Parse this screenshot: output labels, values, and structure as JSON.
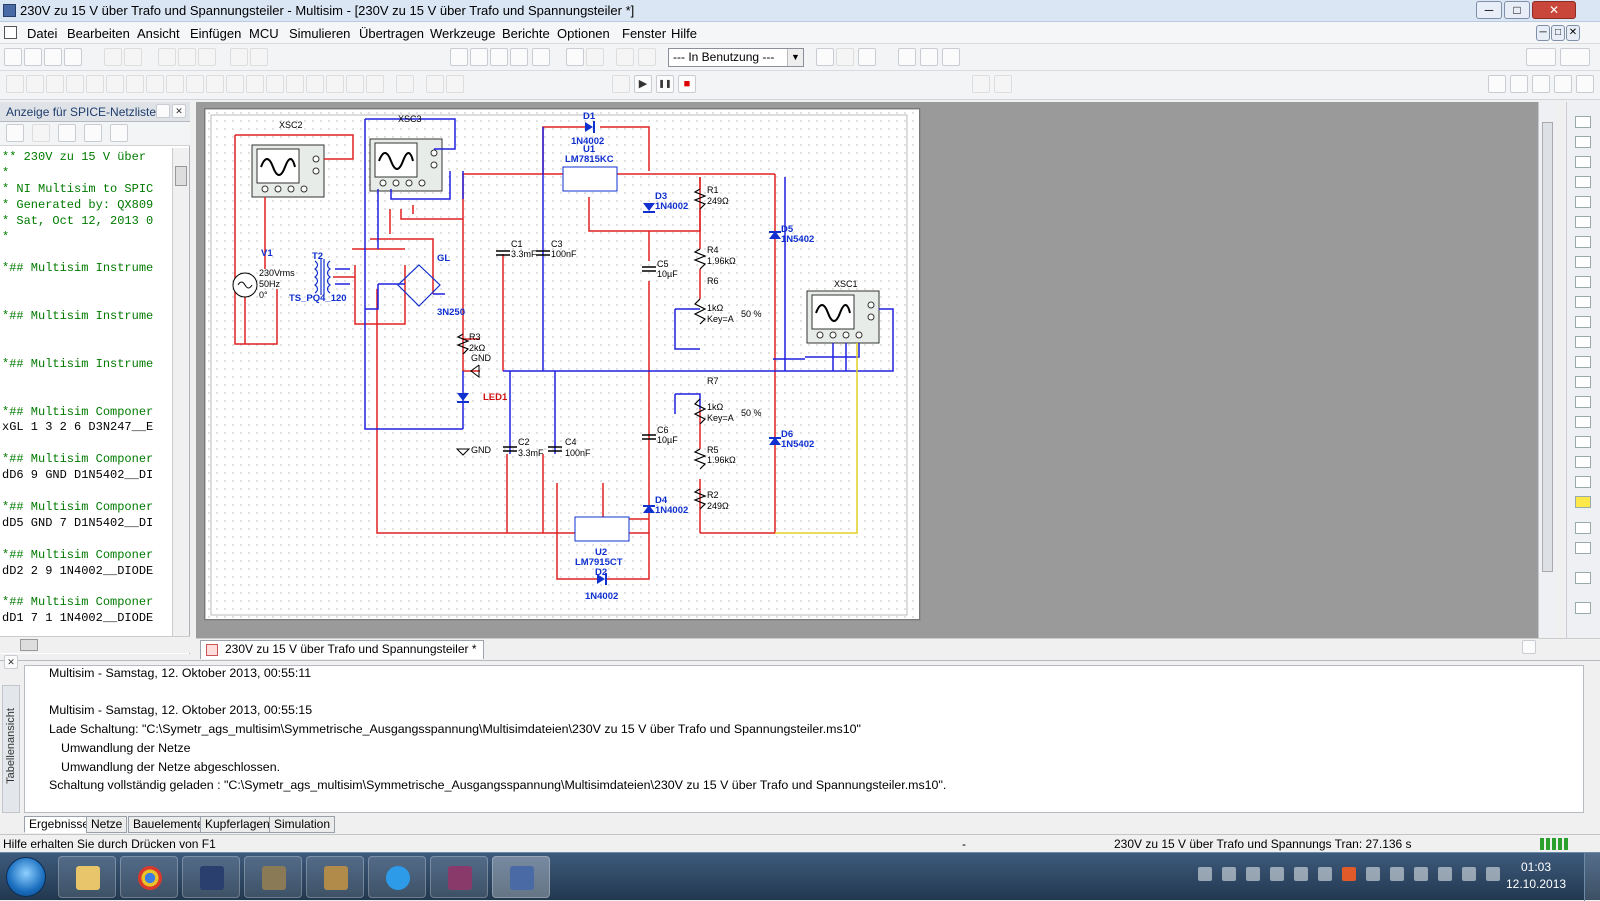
{
  "window": {
    "title": "230V zu 15 V über Trafo und Spannungsteiler - Multisim - [230V zu 15 V über Trafo und Spannungsteiler *]",
    "min_glyph": "─",
    "max_glyph": "□",
    "close_glyph": "✕"
  },
  "menu": [
    "Datei",
    "Bearbeiten",
    "Ansicht",
    "Einfügen",
    "MCU",
    "Simulieren",
    "Übertragen",
    "Werkzeuge",
    "Berichte",
    "Optionen",
    "Fenster",
    "Hilfe"
  ],
  "toolbar": {
    "in_use_combo": "--- In Benutzung ---",
    "combo_arrow": "▼",
    "sim_run": "▶",
    "sim_pause": "❚❚",
    "sim_stop": "■"
  },
  "left_panel": {
    "title": "Anzeige für SPICE-Netzlister",
    "netlist": [
      "** 230V zu 15 V über",
      "*",
      "* NI Multisim to SPIC",
      "* Generated by: QX809",
      "* Sat, Oct 12, 2013 0",
      "*",
      "",
      "*## Multisim Instrume",
      "",
      "",
      "*## Multisim Instrume",
      "",
      "",
      "*## Multisim Instrume",
      "",
      "",
      "*## Multisim Componer",
      "xGL 1 3 2 6 D3N247__E",
      "",
      "*## Multisim Componer",
      "dD6 9 GND D1N5402__DI",
      "",
      "*## Multisim Componer",
      "dD5 GND 7 D1N5402__DI",
      "",
      "*## Multisim Componer",
      "dD2 2 9 1N4002__DIODE",
      "",
      "*## Multisim Componer",
      "dD1 7 1 1N4002__DIODE"
    ]
  },
  "schematic": {
    "labels": {
      "xsc2": "XSC2",
      "xsc3": "XSC3",
      "xsc1": "XSC1",
      "d1": "D1",
      "d1_model": "1N4002",
      "u1": "U1",
      "u1_model": "LM7815KC",
      "d3": "D3",
      "d3_model": "1N4002",
      "r1": "R1",
      "r1_val": "249Ω",
      "d5": "D5",
      "d5_model": "1N5402",
      "c1": "C1",
      "c1_val": "3.3mF",
      "c3": "C3",
      "c3_val": "100nF",
      "r4": "R4",
      "r4_val": "1.96kΩ",
      "c5": "C5",
      "c5_val": "10µF",
      "r6": "R6",
      "r6_val": "1kΩ",
      "r6_key": "Key=A",
      "r6_pct": "50 %",
      "v1": "V1",
      "v1_val": "230Vrms",
      "v1_freq": "50Hz",
      "v1_phase": "0°",
      "t2": "T2",
      "t2_model": "TS_PQ4_120",
      "gl": "GL",
      "gl_model": "3N250",
      "r3": "R3",
      "r3_val": "2kΩ",
      "gnd1": "GND",
      "gnd2": "GND",
      "led1": "LED1",
      "r7": "R7",
      "r7_val": "1kΩ",
      "r7_key": "Key=A",
      "r7_pct": "50 %",
      "c6": "C6",
      "c6_val": "10µF",
      "d6": "D6",
      "d6_model": "1N5402",
      "c2": "C2",
      "c2_val": "3.3mF",
      "c4": "C4",
      "c4_val": "100nF",
      "r5": "R5",
      "r5_val": "1.96kΩ",
      "d4": "D4",
      "d4_model": "1N4002",
      "r2": "R2",
      "r2_val": "249Ω",
      "u2": "U2",
      "u2_model": "LM7915CT",
      "d2": "D2",
      "d2_model": "1N4002"
    }
  },
  "document_tab": "230V zu 15 V über Trafo und Spannungsteiler *",
  "log": {
    "lines": [
      "Multisim  -  Samstag, 12. Oktober 2013, 00:55:11",
      "Multisim  -  Samstag, 12. Oktober 2013, 00:55:15",
      "Lade Schaltung: \"C:\\Symetr_ags_multisim\\Symmetrische_Ausgangsspannung\\Multisimdateien\\230V zu 15 V über Trafo und Spannungsteiler.ms10\"",
      "Umwandlung der Netze",
      "Umwandlung der Netze abgeschlossen.",
      "Schaltung vollständig geladen : \"C:\\Symetr_ags_multisim\\Symmetrische_Ausgangsspannung\\Multisimdateien\\230V zu 15 V über Trafo und Spannungsteiler.ms10\"."
    ],
    "side_label": "Tabellenansicht",
    "tabs": [
      "Ergebnisse",
      "Netze",
      "Bauelemente",
      "Kupferlagen",
      "Simulation"
    ]
  },
  "statusbar": {
    "help": "Hilfe erhalten Sie durch Drücken von F1",
    "sep": "-",
    "sim": "230V zu 15 V über Trafo und Spannungs Tran: 27.136 s"
  },
  "taskbar": {
    "time": "01:03",
    "date": "12.10.2013"
  },
  "colors": {
    "wire_red": "#e02020",
    "wire_blue": "#2020e0",
    "wire_yellow": "#e0d020",
    "comp_blue": "#1030d0"
  }
}
